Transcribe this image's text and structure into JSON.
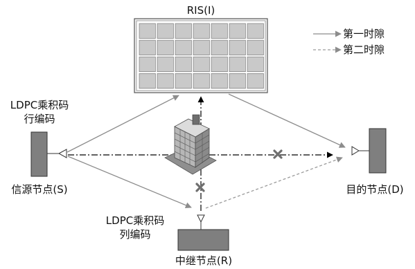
{
  "ris": {
    "label": "RIS(I)"
  },
  "legend": {
    "phase1": "第一时隙",
    "phase2": "第二时隙"
  },
  "source": {
    "name": "信源节点(S)",
    "code_line1": "LDPC乘积码",
    "code_line2": "行编码"
  },
  "relay": {
    "name": "中继节点(R)",
    "code_line1": "LDPC乘积码",
    "code_line2": "列编码"
  },
  "destination": {
    "name": "目的节点(D)"
  },
  "colors": {
    "node_fill": "#7f7f7f",
    "ris_cell": "#c9c9c9",
    "solid_arrow": "#8c8c8c",
    "dashed_arrow": "#9a9a9a",
    "blocked_path": "#000000",
    "block_mark": "#6f6f6f"
  },
  "icons": {
    "obstacle": "building-icon",
    "blocked": "x-mark-icon",
    "antenna": "antenna-icon"
  }
}
